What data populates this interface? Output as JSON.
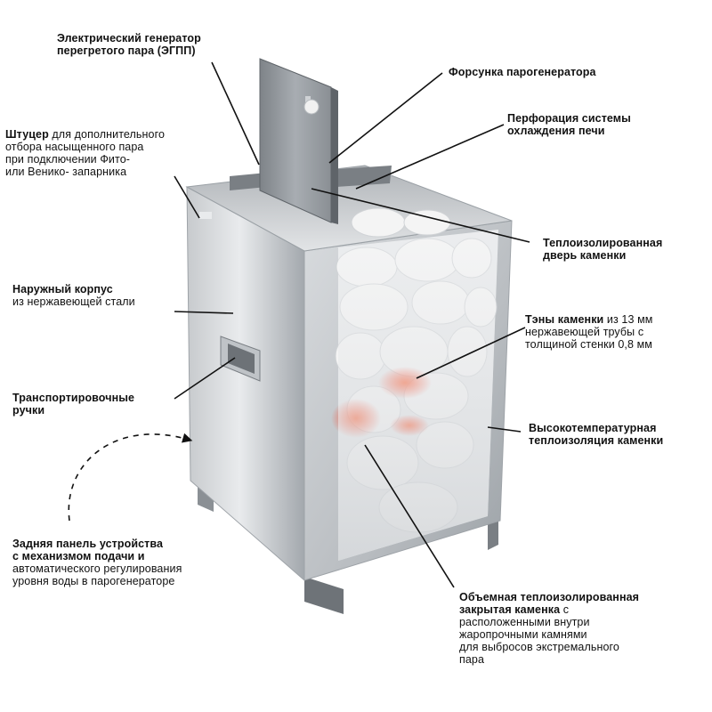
{
  "labels": {
    "egpp": {
      "bold": "Электрический генератор\nперегретого пара (ЭГПП)",
      "normal": ""
    },
    "nozzle": {
      "bold": "Форсунка парогенератора",
      "normal": ""
    },
    "perforation": {
      "bold": "Перфорация системы\nохлаждения печи",
      "normal": ""
    },
    "fitting": {
      "bold": "Штуцер",
      "normal": " для дополнительного\nотбора насыщенного пара\nпри подключении Фито-\nили Венико- запарника"
    },
    "door": {
      "bold": "Теплоизолированная\nдверь каменки",
      "normal": ""
    },
    "body": {
      "bold": "Наружный корпус",
      "normal": "\nиз нержавеющей стали"
    },
    "heaters": {
      "bold": "Тэны каменки",
      "normal": " из 13 мм\nнержавеющей трубы с\nтолщиной стенки 0,8 мм"
    },
    "handles": {
      "bold": "Транспортировочные\nручки",
      "normal": ""
    },
    "insulation": {
      "bold": "Высокотемпературная\nтеплоизоляция каменки",
      "normal": ""
    },
    "back_panel": {
      "bold": "Задняя панель устройства\nс механизмом подачи и",
      "normal": "\nавтоматического регулирования\nуровня воды в парогенераторе"
    },
    "stove": {
      "bold": "Объемная теплоизолированная\nзакрытая каменка",
      "normal": " с\nрасположенными внутри\nжаропрочными камнями\nдля выбросов экстремального\nпара"
    }
  },
  "colors": {
    "steel_light": "#d9dcdf",
    "steel_mid": "#a9aeb3",
    "steel_dark": "#6d7277",
    "stone": "#f2f2f2",
    "heater_glow": "#ff3b1f",
    "line": "#111111"
  }
}
